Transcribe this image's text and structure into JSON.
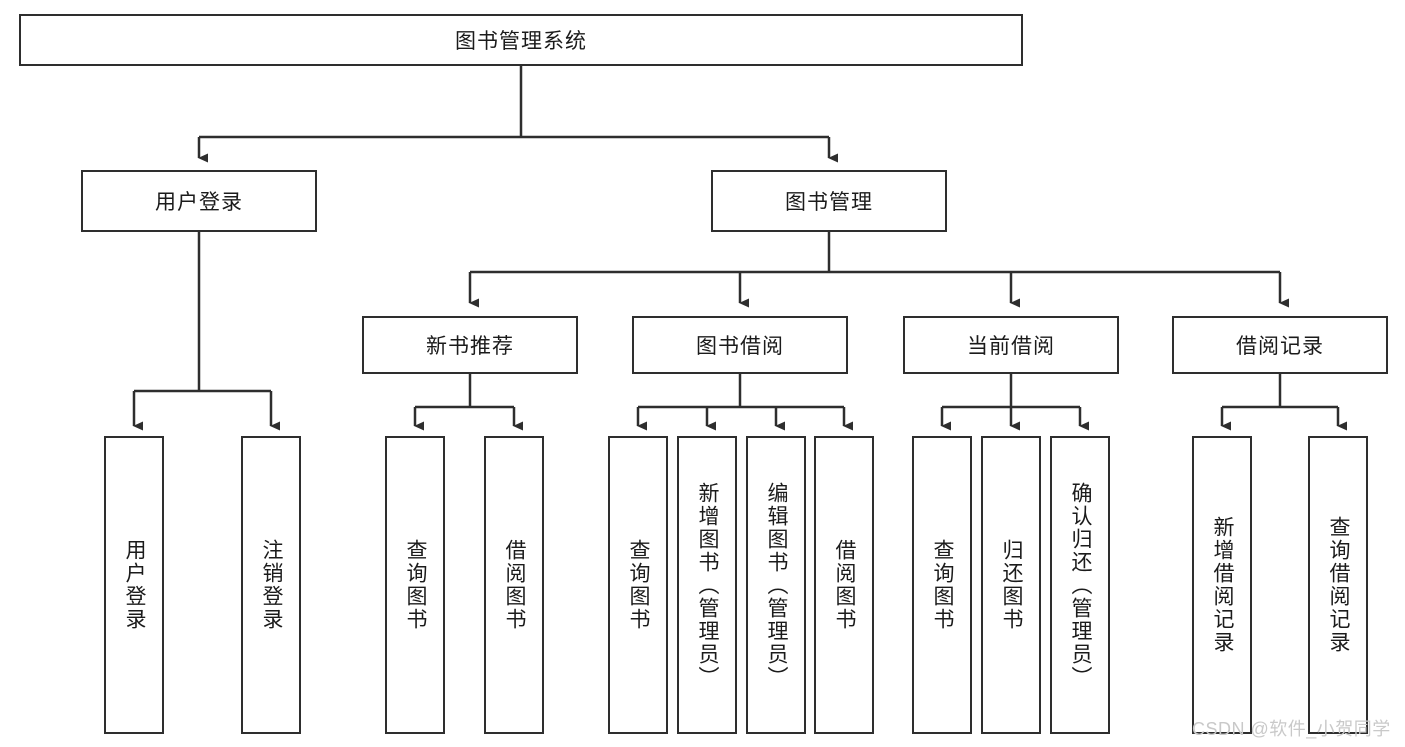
{
  "diagram": {
    "title_node": {
      "label": "图书管理系统"
    },
    "level2": [
      {
        "id": "user-login",
        "label": "用户登录"
      },
      {
        "id": "book-manage",
        "label": "图书管理"
      }
    ],
    "level3": [
      {
        "id": "new-book-recommend",
        "label": "新书推荐"
      },
      {
        "id": "book-borrow",
        "label": "图书借阅"
      },
      {
        "id": "current-borrow",
        "label": "当前借阅"
      },
      {
        "id": "borrow-record",
        "label": "借阅记录"
      }
    ],
    "leaves": [
      {
        "id": "leaf-user-login",
        "label": "用户登录"
      },
      {
        "id": "leaf-user-logout",
        "label": "注销登录"
      },
      {
        "id": "leaf-query-book-1",
        "label": "查询图书"
      },
      {
        "id": "leaf-borrow-book-1",
        "label": "借阅图书"
      },
      {
        "id": "leaf-query-book-2",
        "label": "查询图书"
      },
      {
        "id": "leaf-add-book",
        "label": "新增图书（管理员）"
      },
      {
        "id": "leaf-edit-book",
        "label": "编辑图书（管理员）"
      },
      {
        "id": "leaf-borrow-book-2",
        "label": "借阅图书"
      },
      {
        "id": "leaf-query-book-3",
        "label": "查询图书"
      },
      {
        "id": "leaf-return-book",
        "label": "归还图书"
      },
      {
        "id": "leaf-confirm-return",
        "label": "确认归还（管理员）"
      },
      {
        "id": "leaf-add-record",
        "label": "新增借阅记录"
      },
      {
        "id": "leaf-query-record",
        "label": "查询借阅记录"
      }
    ],
    "colors": {
      "border": "#2e2e2e",
      "text": "#1b1b1b",
      "background": "#ffffff",
      "watermark": "#c9c9c9"
    }
  },
  "watermark": {
    "text": "CSDN @软件_小贺同学"
  }
}
